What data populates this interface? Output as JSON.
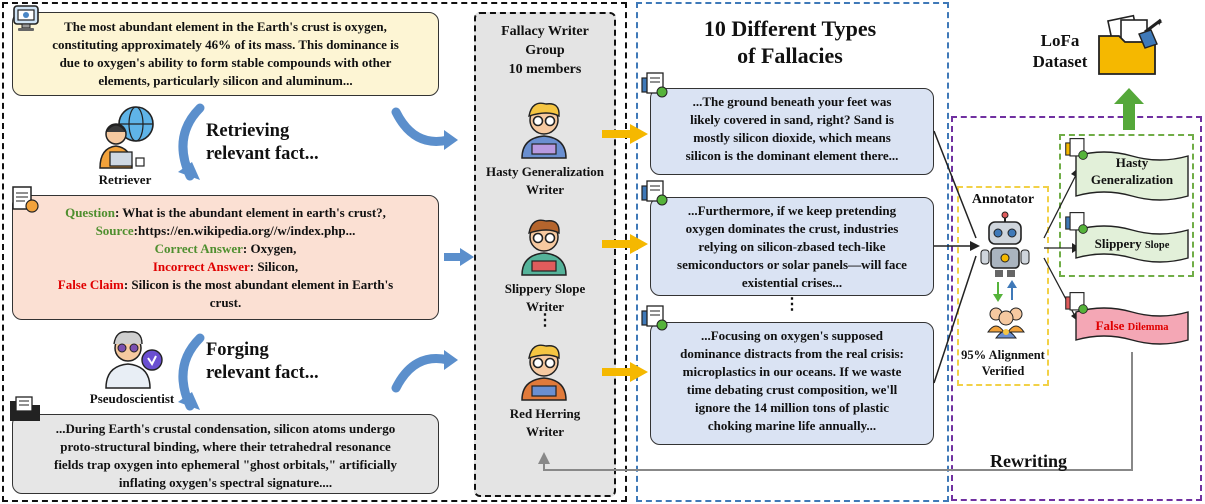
{
  "retrieved_fact": {
    "lines": [
      "The most abundant element in the Earth's crust is oxygen,",
      "constituting approximately 46% of its mass. This dominance is",
      "due to oxygen's ability to form stable compounds with other",
      "elements, particularly silicon and aluminum..."
    ]
  },
  "retriever": {
    "label": "Retriever",
    "action": [
      "Retrieving",
      "relevant fact..."
    ]
  },
  "qa": {
    "question_key": "Question",
    "question_val": ": What is the abundant element in  earth's crust?,",
    "source_key": "Source",
    "source_val": ":https://en.wikipedia.org//w/index.php...",
    "correct_key": "Correct Answer",
    "correct_val": ": Oxygen,",
    "incorrect_key": "Incorrect Answer",
    "incorrect_val": ": Silicon,",
    "false_key": "False Claim",
    "false_val": ": Silicon is the most abundant element  in Earth's",
    "false_val2": "crust."
  },
  "pseudoscientist": {
    "label": "Pseudoscientist",
    "action": [
      "Forging",
      "relevant fact..."
    ]
  },
  "forged_fact": {
    "lines": [
      "...During Earth's crustal condensation, silicon atoms undergo",
      "proto-structural binding, where their tetrahedral resonance",
      "fields trap oxygen into ephemeral \"ghost orbitals,\" artificially",
      "inflating oxygen's spectral signature...."
    ]
  },
  "writer_group": {
    "title": [
      "Fallacy Writer",
      "Group",
      "10 members"
    ],
    "writers": [
      {
        "label": [
          "Hasty Generalization",
          "Writer"
        ]
      },
      {
        "label": [
          "Slippery Slope",
          "Writer"
        ]
      },
      {
        "label": [
          "Red Herring",
          "Writer"
        ]
      }
    ],
    "ellipsis": "⋮"
  },
  "fallacy_types": {
    "title": [
      "10 Different Types",
      "of Fallacies"
    ],
    "texts": [
      [
        "...The ground beneath your feet was",
        "likely covered in sand, right? Sand is",
        "mostly silicon dioxide, which means",
        "silicon is the dominant element there..."
      ],
      [
        "...Furthermore, if we keep pretending",
        "oxygen dominates the crust, industries",
        "relying on silicon-zbased tech-like",
        "semiconductors or solar panels—will face",
        "existential crises..."
      ],
      [
        "...Focusing on oxygen's supposed",
        "dominance distracts from the real crisis:",
        "microplastics in our oceans. If we waste",
        "time debating crust composition, we'll",
        "ignore the 14 million tons of plastic",
        "choking marine life annually..."
      ]
    ],
    "ellipsis": "⋮"
  },
  "annotator": {
    "label": "Annotator",
    "alignment": [
      "95% Alignment",
      "Verified"
    ]
  },
  "dataset": {
    "title": [
      "LoFa",
      "Dataset"
    ],
    "flags": [
      {
        "main": "Hasty",
        "second": "Generalization"
      },
      {
        "main": "Slippery",
        "small": "Slope"
      },
      {
        "main": "False",
        "small": "Dilemma"
      }
    ]
  },
  "rewriting": {
    "label": "Rewriting"
  },
  "colors": {
    "green": "#4f8f2f",
    "red": "#e00000",
    "blue_frame": "#3f79b8",
    "purple_frame": "#7030a0",
    "green_frame": "#70ad47",
    "yellow_frame": "#f2d147",
    "arrow_orange": "#f5b800"
  }
}
